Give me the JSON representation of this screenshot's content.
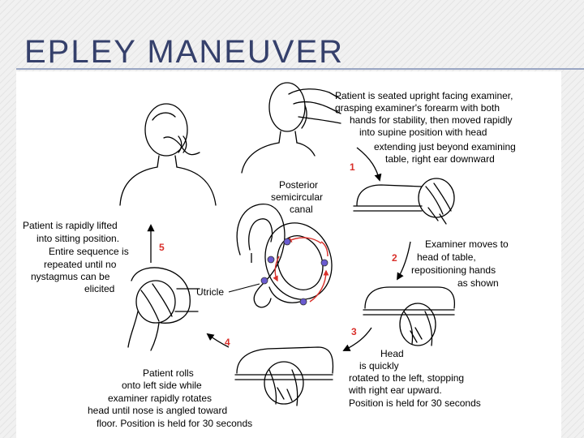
{
  "slide": {
    "title": "EPLEY MANEUVER"
  },
  "figure": {
    "step1": [
      "Patient is seated upright facing examiner,",
      "grasping examiner's forearm with both",
      "hands for stability, then moved rapidly",
      "into supine position with head",
      "extending just beyond examining",
      "table, right ear downward"
    ],
    "step2": [
      "Examiner moves to",
      "head of table,",
      "repositioning hands",
      "as shown"
    ],
    "step3": [
      "Head",
      "is quickly",
      "rotated to the left, stopping",
      "with right ear upward.",
      "Position is held for 30 seconds"
    ],
    "step4": [
      "Patient rolls",
      "onto left side while",
      "examiner rapidly rotates",
      "head until nose is angled toward",
      "floor. Position is held for 30 seconds"
    ],
    "step5": [
      "Patient is rapidly lifted",
      "into sitting position.",
      "Entire sequence is",
      "repeated until no",
      "nystagmus can be",
      "elicited"
    ],
    "canal": [
      "Posterior",
      "semicircular",
      "canal"
    ],
    "utricle": "Utricle",
    "numbers": [
      "1",
      "2",
      "3",
      "4",
      "5"
    ]
  }
}
